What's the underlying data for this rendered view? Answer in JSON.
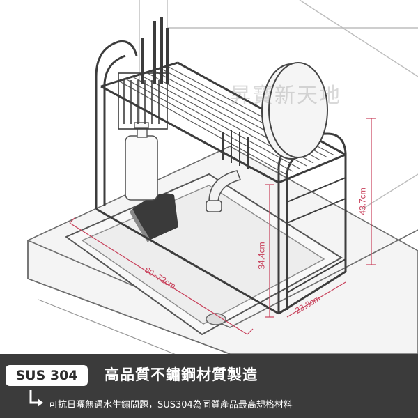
{
  "watermark": "昇寶新天地",
  "dimensions": {
    "width_range": "60~72cm",
    "shelf_height": "34.4cm",
    "total_height": "43.7cm",
    "depth": "23.8cm"
  },
  "colors": {
    "dimension_line": "#c8405a",
    "banner_bg": "#3b3b3b",
    "badge_bg": "#ffffff"
  },
  "banner": {
    "badge": "SUS 304",
    "headline": "高品質不鏽鋼材質製造",
    "subtext": "可抗日曬無遇水生鏽問題，SUS304為同質產品最高規格材料",
    "arrow_icon": "return-arrow-icon"
  }
}
